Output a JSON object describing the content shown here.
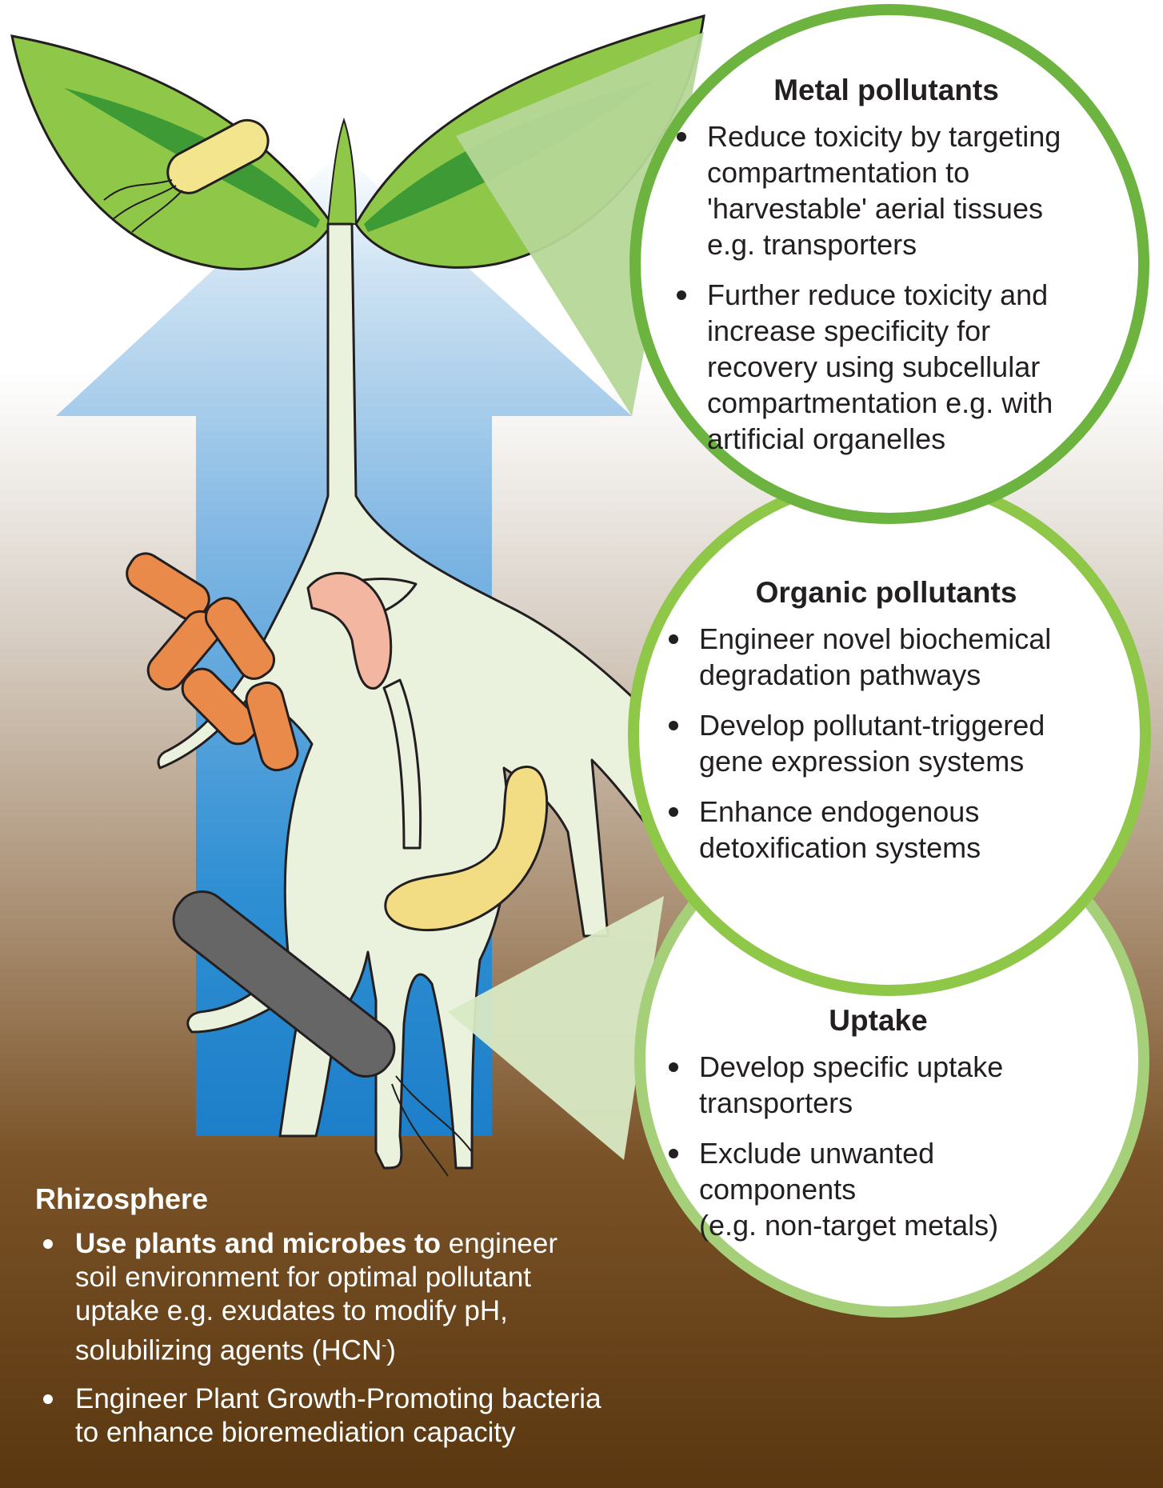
{
  "metal": {
    "title": "Metal pollutants",
    "bullets": [
      "Reduce toxicity by targeting\ncompartmentation to\n'harvestable' aerial tissues\ne.g. transporters",
      "Further reduce toxicity and\nincrease specificity for\nrecovery using subcellular\ncompartmentation e.g. with\nartificial organelles"
    ]
  },
  "organic": {
    "title": "Organic pollutants",
    "bullets": [
      "Engineer novel biochemical\ndegradation pathways",
      "Develop pollutant-triggered\ngene expression systems",
      "Enhance endogenous\ndetoxification systems"
    ]
  },
  "uptake": {
    "title": "Uptake",
    "bullets": [
      "Develop specific uptake\ntransporters",
      "Exclude unwanted\ncomponents\n(e.g. non-target metals)"
    ]
  },
  "rhizosphere": {
    "title": "Rhizosphere",
    "bullet1_bold": "Use plants and microbes to",
    "bullet1_rest": " engineer\nsoil environment for optimal pollutant\nuptake e.g. exudates to modify pH,\nsolubilizing agents (HCN",
    "bullet1_sup": "-",
    "bullet1_end": ")",
    "bullet2": "Engineer Plant Growth-Promoting bacteria\nto enhance bioremediation capacity"
  },
  "colors": {
    "leaf_dark": "#3d9a35",
    "leaf_light": "#8fc749",
    "circle_border_dark": "#6cb33f",
    "circle_border_light": "#a6cf7a",
    "soil_dark": "#5e3a13",
    "arrow_blue": "#2f8fd3",
    "root_fill": "#eaf1dd",
    "bacterium_orange": "#e98a4a",
    "bacterium_pink": "#f3b6a0",
    "bacterium_yellow": "#f2dc84",
    "bacterium_grey": "#666666"
  }
}
